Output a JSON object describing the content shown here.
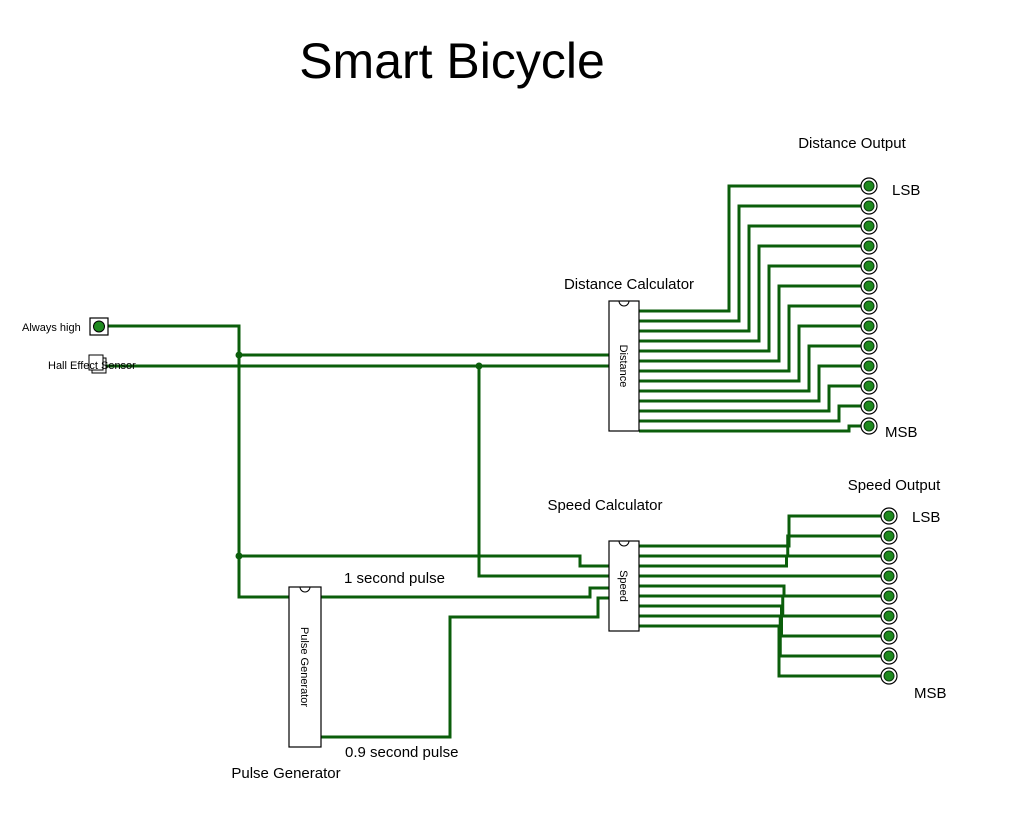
{
  "title": "Smart Bicycle",
  "inputs": {
    "always_high": "Always high",
    "hall_sensor": "Hall Effect Sensor"
  },
  "components": {
    "distance": {
      "caption": "Distance Calculator",
      "body": "Distance"
    },
    "speed": {
      "caption": "Speed Calculator",
      "body": "Speed"
    },
    "pulse": {
      "caption": "Pulse Generator",
      "body": "Pulse Generator"
    }
  },
  "signals": {
    "one_second": "1 second pulse",
    "point_nine": "0.9 second pulse"
  },
  "outputs": {
    "distance": {
      "caption": "Distance Output",
      "lsb": "LSB",
      "msb": "MSB",
      "bits": 13
    },
    "speed": {
      "caption": "Speed Output",
      "lsb": "LSB",
      "msb": "MSB",
      "bits": 9
    }
  },
  "colors": {
    "wire": "#0b5e0b",
    "led_fill": "#1f8a1f",
    "led_ring": "#000000"
  }
}
